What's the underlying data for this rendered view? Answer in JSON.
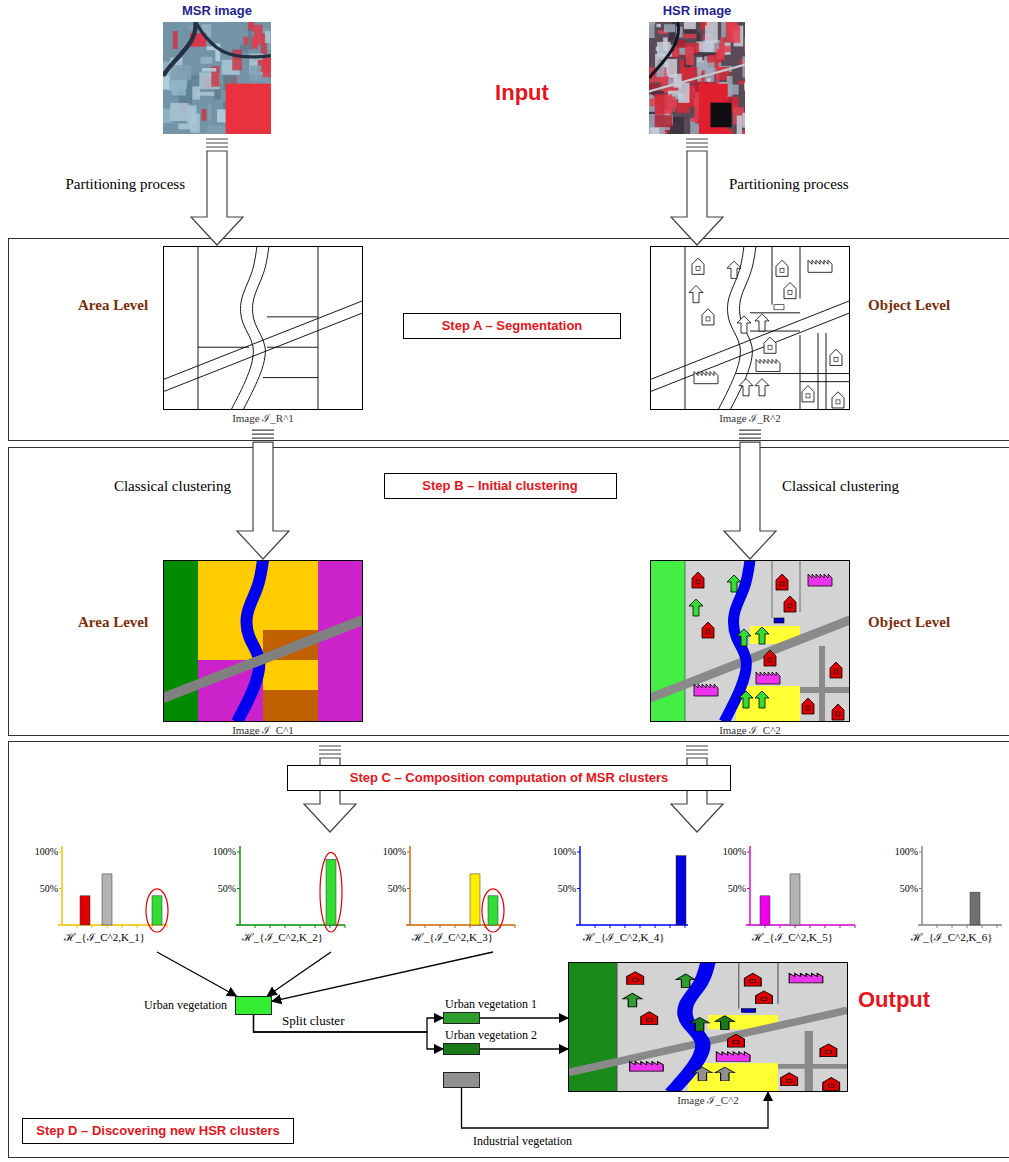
{
  "diagram": {
    "nodes": [
      {
        "text": [
          "MSR image"
        ]
      },
      {
        "text": [
          "HSR image"
        ]
      },
      {
        "text": [
          "Step A – Segmentation"
        ]
      },
      {
        "text": [
          "Image ℐ_R^1"
        ]
      },
      {
        "text": [
          "Image ℐ_R^2"
        ]
      },
      {
        "text": [
          "Step B – Initial clustering"
        ]
      },
      {
        "text": [
          "Image ℐ_C^1"
        ]
      },
      {
        "text": [
          "Image ℐ_C^2"
        ]
      },
      {
        "text": [
          "Step C – Composition computation of MSR clusters"
        ]
      },
      {
        "text": [
          "100%",
          "50%",
          "ℋ_{ℐ_C^2,K_1}"
        ]
      },
      {
        "text": [
          "100%",
          "50%",
          "ℋ_{ℐ_C^2,K_2}"
        ]
      },
      {
        "text": [
          "100%",
          "50%",
          "ℋ_{ℐ_C^2,K_3}"
        ]
      },
      {
        "text": [
          "100%",
          "50%",
          "ℋ_{ℐ_C^2,K_4}"
        ]
      },
      {
        "text": [
          "100%",
          "50%",
          "ℋ_{ℐ_C^2,K_5}"
        ]
      },
      {
        "text": [
          "100%",
          "50%",
          "ℋ_{ℐ_C^2,K_6}"
        ]
      },
      {
        "text": [
          "Urban vegetation"
        ]
      },
      {
        "text": [
          "Urban vegetation 1"
        ]
      },
      {
        "text": [
          "Urban vegetation 2"
        ]
      },
      {
        "text": [
          "Industrial vegetation"
        ]
      },
      {
        "text": [
          "Image ℐ_C^2"
        ]
      },
      {
        "text": [
          "Step D – Discovering new HSR clusters"
        ]
      }
    ],
    "edges": [
      {
        "from": 0,
        "to": 3,
        "arrow": "to",
        "label": "Partitioning process"
      },
      {
        "from": 1,
        "to": 4,
        "arrow": "to",
        "label": "Partitioning process"
      },
      {
        "from": 3,
        "to": 6,
        "arrow": "to",
        "label": "Classical clustering"
      },
      {
        "from": 4,
        "to": 7,
        "arrow": "to",
        "label": "Classical clustering"
      },
      {
        "from": 9,
        "to": 15,
        "arrow": "to"
      },
      {
        "from": 10,
        "to": 15,
        "arrow": "to"
      },
      {
        "from": 11,
        "to": 15,
        "arrow": "to"
      },
      {
        "from": 15,
        "to": 16,
        "arrow": "to",
        "label": "Split cluster"
      },
      {
        "from": 15,
        "to": 17,
        "arrow": "to"
      },
      {
        "from": 16,
        "to": 19,
        "arrow": "to"
      },
      {
        "from": 17,
        "to": 19,
        "arrow": "to"
      },
      {
        "from": 18,
        "to": 19,
        "arrow": "to"
      }
    ],
    "labels": [
      "Input",
      "Area Level",
      "Object Level",
      "Area Level",
      "Object Level",
      "Output"
    ]
  }
}
